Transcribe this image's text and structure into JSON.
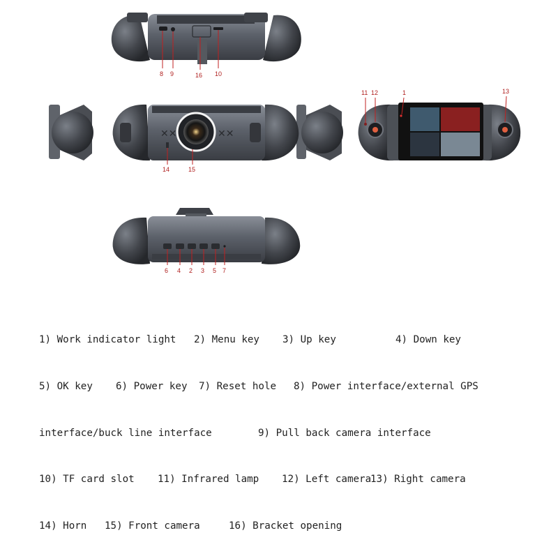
{
  "callouts": {
    "top": [
      "8",
      "9",
      "16",
      "10"
    ],
    "front": [
      "14",
      "15"
    ],
    "screen": [
      "11",
      "12",
      "1",
      "13"
    ],
    "bottom": [
      "6",
      "4",
      "2",
      "3",
      "5",
      "7"
    ]
  },
  "legend": [
    [
      "1) Work indicator light",
      "2) Menu key",
      "3) Up key",
      "4) Down key"
    ],
    [
      "5) OK key",
      "6) Power key",
      "7) Reset hole",
      "8) Power interface/external GPS"
    ],
    [
      "interface/buck line interface",
      "9) Pull back camera interface"
    ],
    [
      "10) TF card slot",
      "11) Infrared lamp",
      "12) Left camera",
      "13) Right camera"
    ],
    [
      "14) Horn",
      "15) Front camera",
      "16) Bracket opening"
    ]
  ],
  "colors": {
    "callout": "#b0201f",
    "body": "#5a5e66",
    "dark": "#2e3034",
    "screen": "#111111"
  }
}
